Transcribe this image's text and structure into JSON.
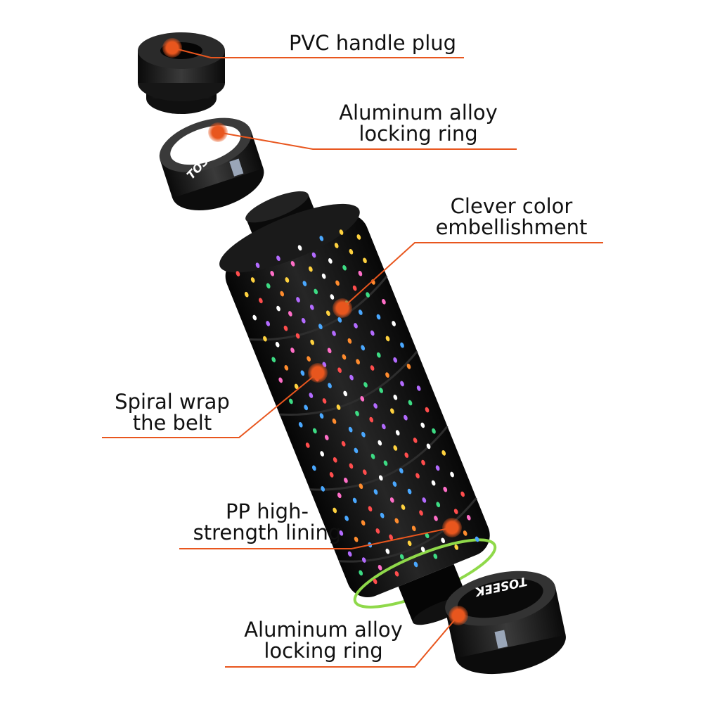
{
  "colors": {
    "accent": "#e8561e",
    "part_black": "#141414",
    "background": "#ffffff"
  },
  "brand_text": "TOSEEK",
  "callouts": [
    {
      "id": "pvc-plug",
      "lines": [
        "PVC handle plug"
      ]
    },
    {
      "id": "locking-ring-top",
      "lines": [
        "Aluminum alloy",
        "locking ring"
      ]
    },
    {
      "id": "color-embellishment",
      "lines": [
        "Clever color",
        "embellishment"
      ]
    },
    {
      "id": "spiral-wrap",
      "lines": [
        "Spiral wrap",
        "the belt"
      ]
    },
    {
      "id": "pp-lining",
      "lines": [
        "PP high-",
        "strength lining"
      ]
    },
    {
      "id": "locking-ring-bottom",
      "lines": [
        "Aluminum alloy",
        "locking ring"
      ]
    }
  ]
}
